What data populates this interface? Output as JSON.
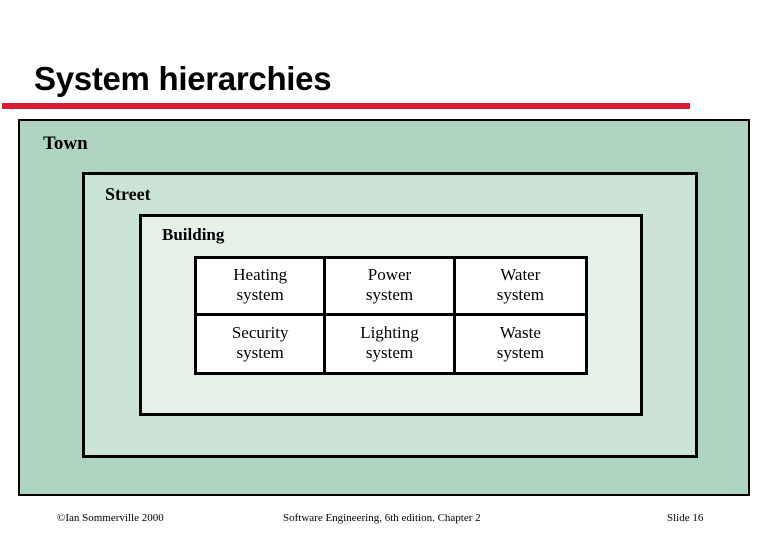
{
  "slide": {
    "title": "System hierarchies",
    "accent_color": "#d81b35"
  },
  "diagram": {
    "levels": [
      {
        "name": "town",
        "label": "Town",
        "fill": "#aed4bf"
      },
      {
        "name": "street",
        "label": "Street",
        "fill": "#cce4d6"
      },
      {
        "name": "building",
        "label": "Building",
        "fill": "#e5f0e9"
      }
    ],
    "subsystems": {
      "rows": [
        [
          "Heating\nsystem",
          "Power\nsystem",
          "Water\nsystem"
        ],
        [
          "Security\nsystem",
          "Lighting\nsystem",
          "Waste\nsystem"
        ]
      ],
      "cells": [
        {
          "line1": "Heating",
          "line2": "system"
        },
        {
          "line1": "Power",
          "line2": "system"
        },
        {
          "line1": "Water",
          "line2": "system"
        },
        {
          "line1": "Security",
          "line2": "system"
        },
        {
          "line1": "Lighting",
          "line2": "system"
        },
        {
          "line1": "Waste",
          "line2": "system"
        }
      ]
    }
  },
  "footer": {
    "copyright": "©Ian Sommerville 2000",
    "center": "Software Engineering, 6th edition. Chapter 2",
    "slide_number": "Slide 16"
  }
}
